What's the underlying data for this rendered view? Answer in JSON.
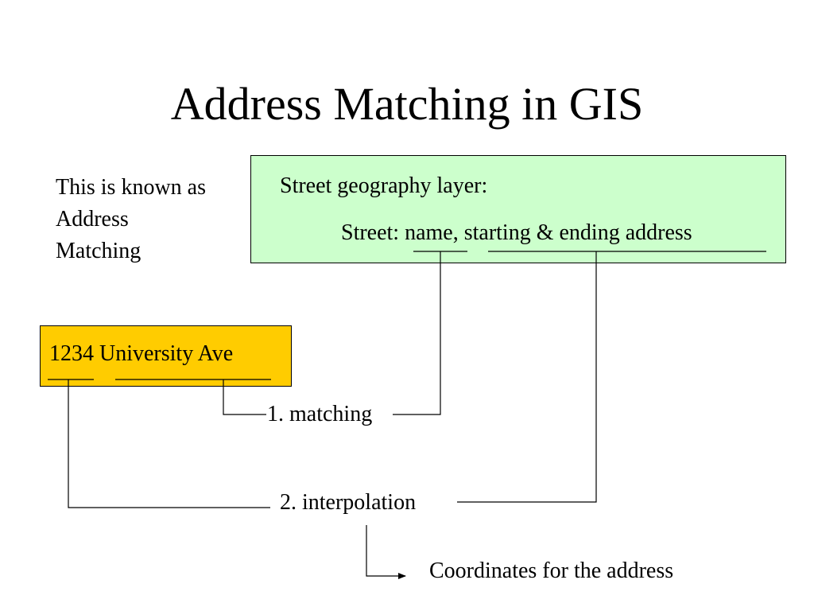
{
  "title": "Address Matching in GIS",
  "note": {
    "lines": [
      "This is known as",
      "Address",
      "Matching"
    ]
  },
  "street_layer": {
    "heading": "Street geography layer:",
    "fields": "Street: name, starting & ending address",
    "fill_color": "#ccffcc"
  },
  "address": {
    "text": "1234 University Ave",
    "fill_color": "#ffcc00"
  },
  "steps": {
    "matching": "1. matching",
    "interpolation": "2. interpolation"
  },
  "result": "Coordinates for the address"
}
